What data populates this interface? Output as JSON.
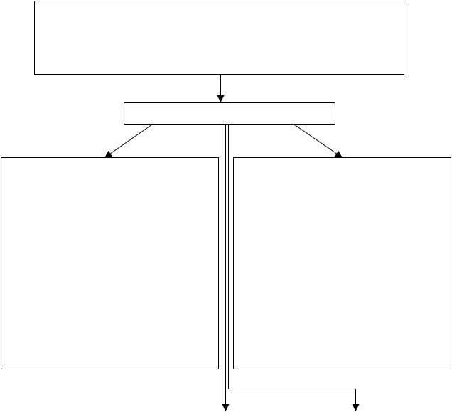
{
  "diagram": {
    "line_color": "#000000",
    "background": "#ffffff",
    "boxes": [
      {
        "id": "top-box",
        "text": ""
      },
      {
        "id": "middle-box",
        "text": ""
      },
      {
        "id": "left-box",
        "text": ""
      },
      {
        "id": "right-box",
        "text": ""
      }
    ],
    "connectors": [
      {
        "id": "top-to-middle",
        "from": "top-box",
        "to": "middle-box"
      },
      {
        "id": "middle-to-left",
        "from": "middle-box",
        "to": "left-box"
      },
      {
        "id": "middle-to-right",
        "from": "middle-box",
        "to": "right-box"
      },
      {
        "id": "middle-to-bottom-left-output",
        "from": "middle-box",
        "to": "bottom-left-output"
      },
      {
        "id": "middle-to-bottom-right-output",
        "from": "middle-box",
        "to": "bottom-right-output"
      }
    ]
  }
}
